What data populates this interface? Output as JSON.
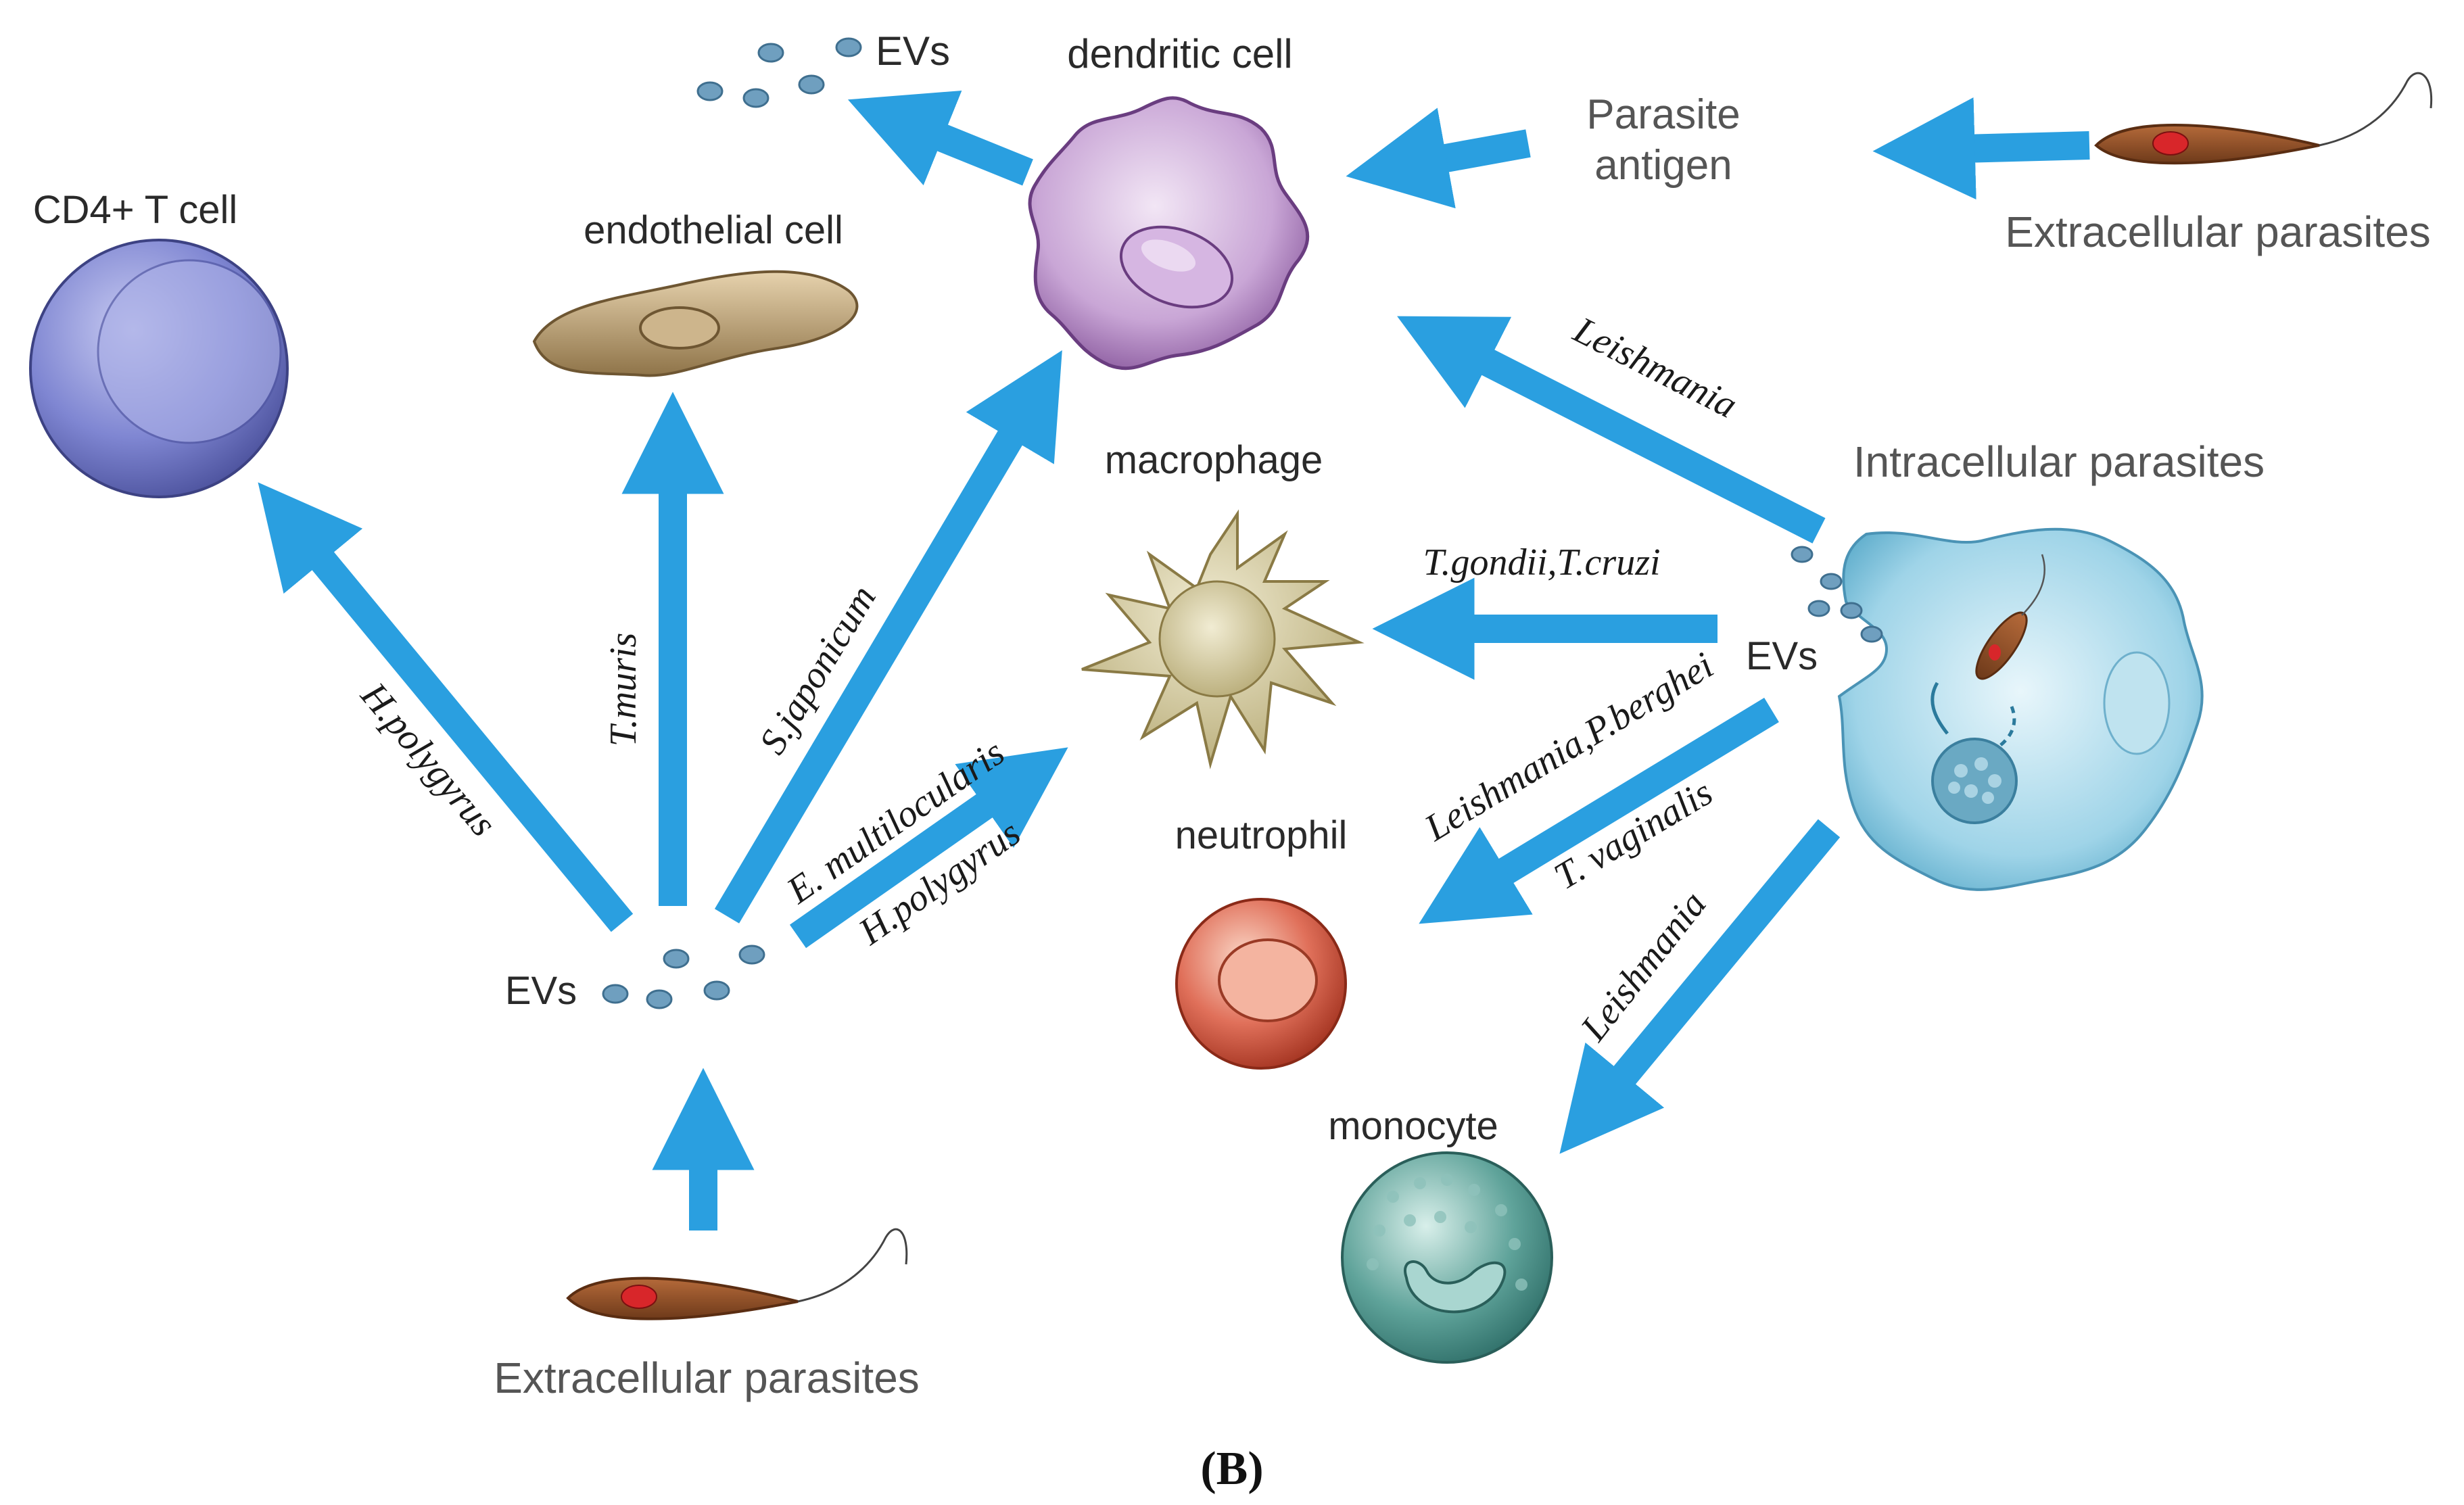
{
  "cells": {
    "dendritic": "dendritic cell",
    "cd4": "CD4+ T cell",
    "endothelial": "endothelial cell",
    "macrophage": "macrophage",
    "neutrophil": "neutrophil",
    "monocyte": "monocyte"
  },
  "sources": {
    "parasite_antigen_line1": "Parasite",
    "parasite_antigen_line2": "antigen",
    "extracellular_top": "Extracellular parasites",
    "extracellular_bottom": "Extracellular parasites",
    "intracellular": "Intracellular parasites"
  },
  "evs": {
    "top": "EVs",
    "left": "EVs",
    "right": "EVs"
  },
  "species": {
    "h_polygyrus_cd4": "H.polygyrus",
    "t_muris": "T.muris",
    "s_japonicum": "S.japonicum",
    "e_multilocularis": "E. multilocularis",
    "h_polygyrus_macro": "H.polygyrus",
    "leishmania_dc": "Leishmania",
    "t_gondii_t_cruzi": "T.gondii,T.cruzi",
    "leishmania_p_berghei": "Leishmania,P.berghei",
    "t_vaginalis": "T. vaginalis",
    "leishmania_mono": "Leishmania"
  },
  "panel_label": "(B)",
  "colors": {
    "arrow": "#2a9fe0",
    "ev_dot": "#6f9fbf"
  }
}
